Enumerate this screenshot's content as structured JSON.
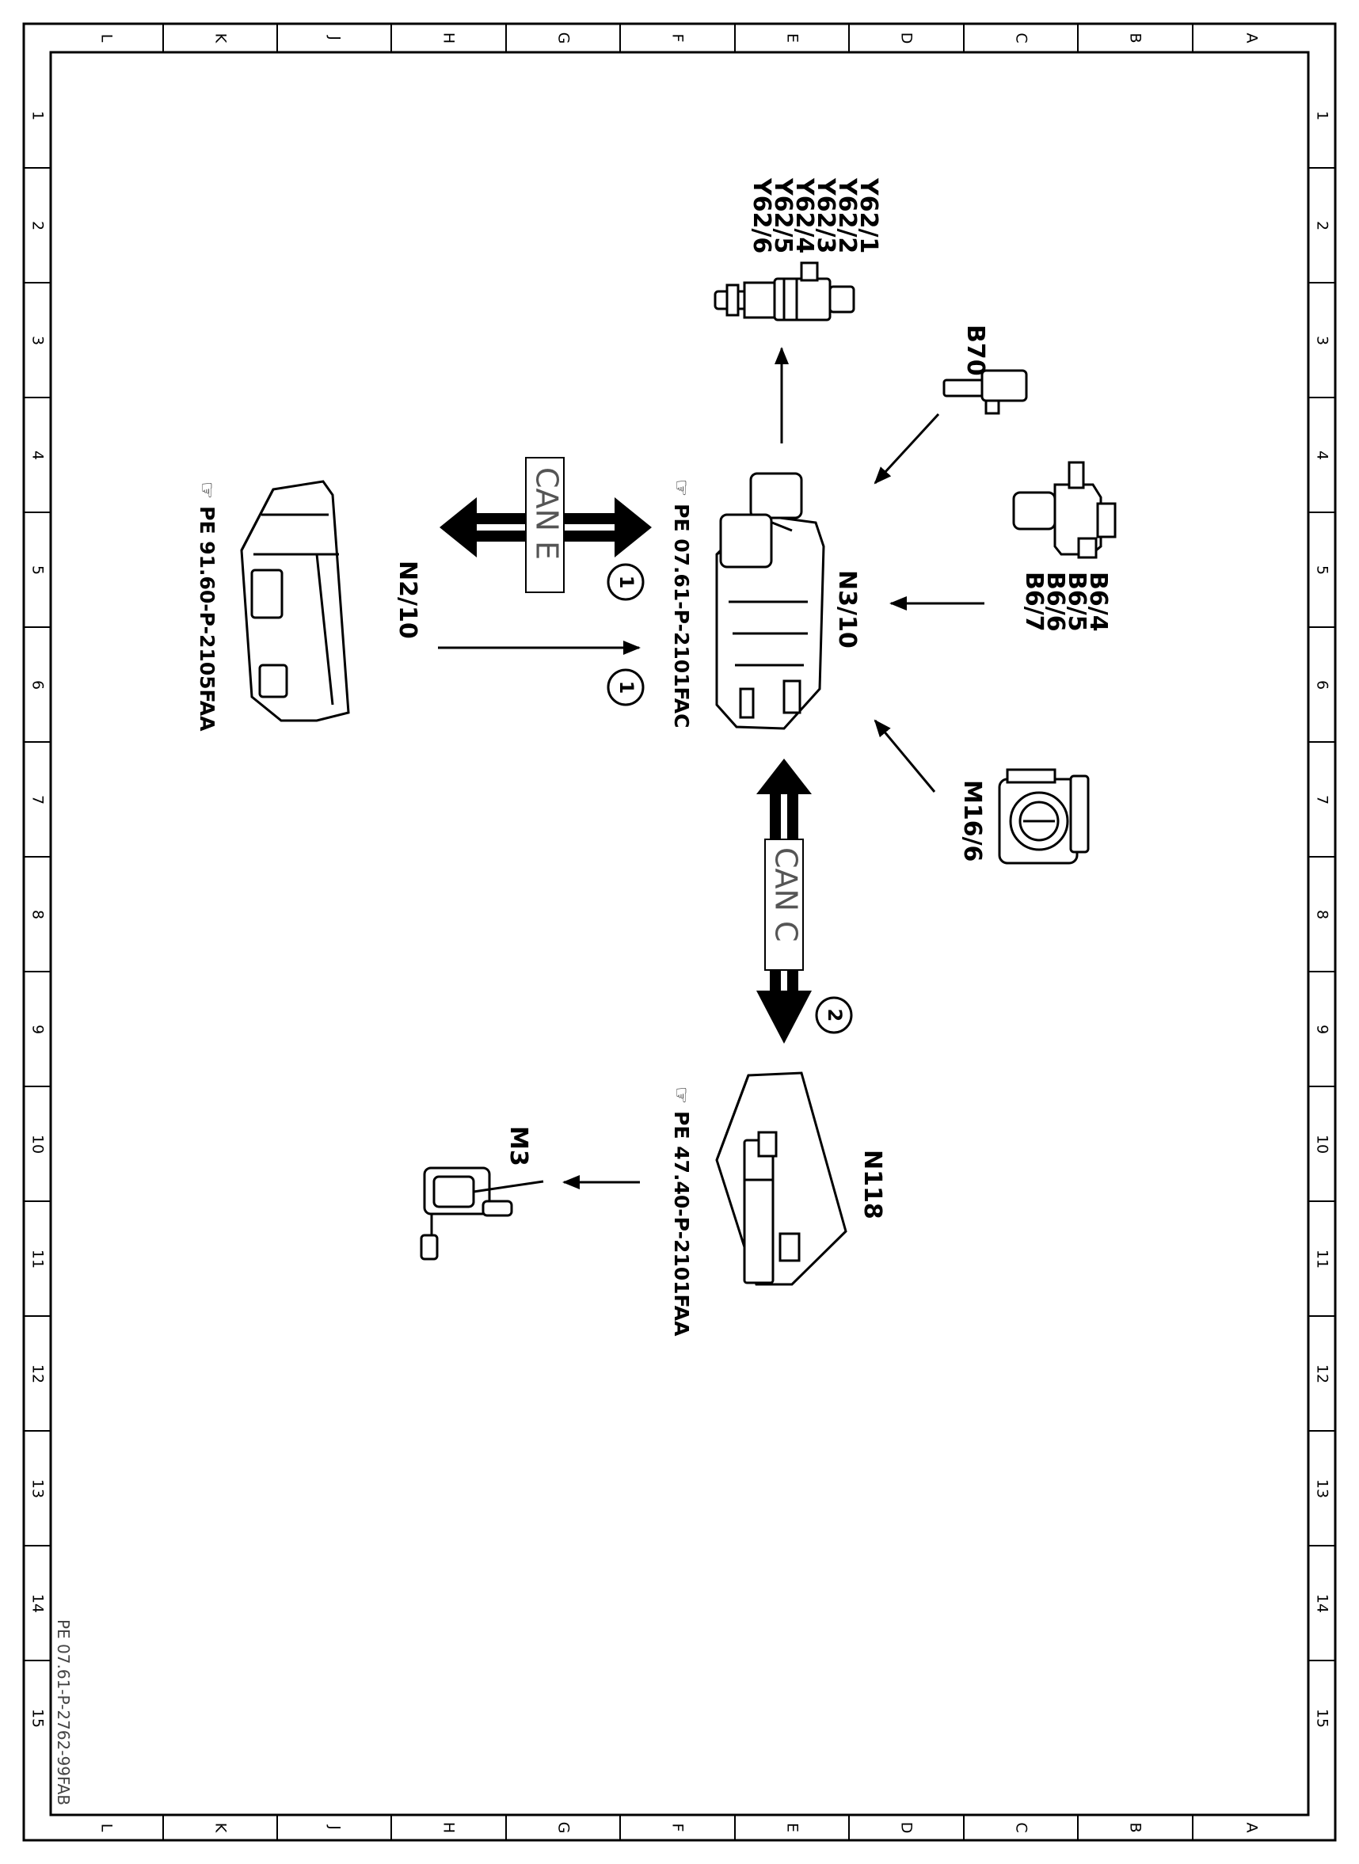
{
  "grid": {
    "columns": [
      "L",
      "K",
      "J",
      "H",
      "G",
      "F",
      "E",
      "D",
      "C",
      "B",
      "A"
    ],
    "rows": [
      "1",
      "2",
      "3",
      "4",
      "5",
      "6",
      "7",
      "8",
      "9",
      "10",
      "11",
      "12",
      "13",
      "14",
      "15"
    ]
  },
  "components": {
    "injectors": [
      "Y62/1",
      "Y62/2",
      "Y62/3",
      "Y62/4",
      "Y62/5",
      "Y62/6"
    ],
    "b70": "B70",
    "sensors_b6": [
      "B6/4",
      "B6/5",
      "B6/6",
      "B6/7"
    ],
    "m16": "M16/6",
    "n3": "N3/10",
    "n2": "N2/10",
    "n118": "N118",
    "m3": "M3"
  },
  "refs": {
    "n3": "PE 07.61-P-2101FAC",
    "n2": "PE 91.60-P-2105FAA",
    "n118": "PE 47.40-P-2101FAA"
  },
  "buses": {
    "can_e": "CAN E",
    "can_c": "CAN C"
  },
  "markers": [
    "1",
    "1",
    "2"
  ],
  "doc_id": "PE 07.61-P-2762-99FAB"
}
